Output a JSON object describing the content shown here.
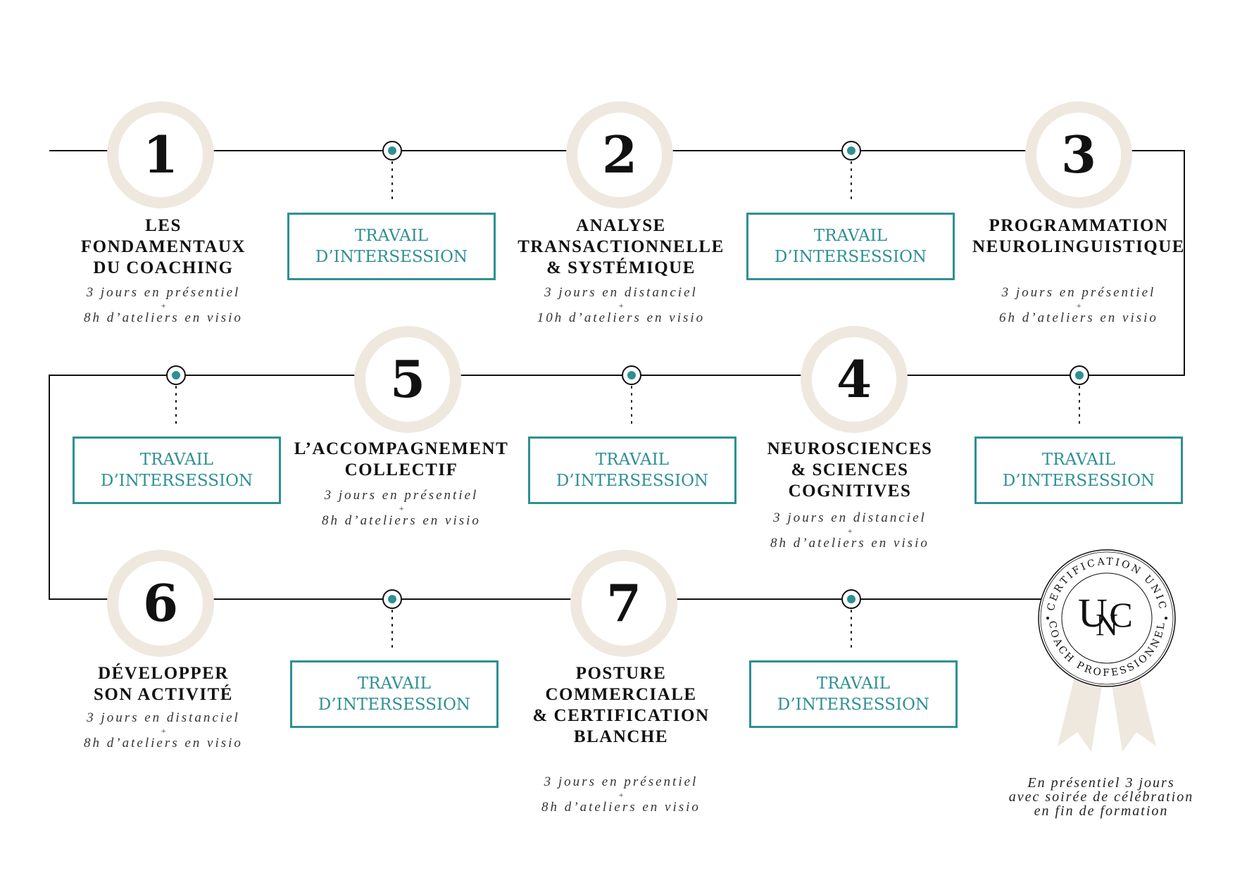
{
  "steps": [
    {
      "number": "1",
      "title": "LES\nFONDAMENTAUX\nDU COACHING",
      "detail_top": "3 jours en présentiel",
      "plus": "+",
      "detail_bottom": "8h d’ateliers en visio"
    },
    {
      "number": "2",
      "title": "ANALYSE\nTRANSACTIONNELLE\n& SYSTÉMIQUE",
      "detail_top": "3 jours en distanciel",
      "plus": "+",
      "detail_bottom": "10h d’ateliers en visio"
    },
    {
      "number": "3",
      "title": "PROGRAMMATION\nNEUROLINGUISTIQUE",
      "detail_top": "3 jours en présentiel",
      "plus": "+",
      "detail_bottom": "6h d’ateliers en visio"
    },
    {
      "number": "4",
      "title": "NEUROSCIENCES\n& SCIENCES\nCOGNITIVES",
      "detail_top": "3 jours en distanciel",
      "plus": "+",
      "detail_bottom": "8h d’ateliers en visio"
    },
    {
      "number": "5",
      "title": "L’ACCOMPAGNEMENT\nCOLLECTIF",
      "detail_top": "3 jours en présentiel",
      "plus": "+",
      "detail_bottom": "8h d’ateliers en visio"
    },
    {
      "number": "6",
      "title": "DÉVELOPPER\nSON ACTIVITÉ",
      "detail_top": "3 jours en distanciel",
      "plus": "+",
      "detail_bottom": "8h d’ateliers en visio"
    },
    {
      "number": "7",
      "title": "POSTURE\nCOMMERCIALE\n& CERTIFICATION\nBLANCHE",
      "detail_top": "3 jours en présentiel",
      "plus": "+",
      "detail_bottom": "8h d’ateliers en visio"
    }
  ],
  "intersession_label": "TRAVAIL\nD’INTERSESSION",
  "certification": {
    "seal_ring_top": "CERTIFICATION UNIC",
    "seal_ring_bottom": "COACH PROFESSIONNEL",
    "seal_monogram_u": "U",
    "seal_monogram_n": "N",
    "seal_monogram_c": "C",
    "text": "En présentiel 3 jours\navec soirée de célébration\nen fin de formation"
  },
  "colors": {
    "teal": "#2e9093",
    "ring": "#efe8df",
    "line": "#111111",
    "ribbon": "#efe8df"
  }
}
